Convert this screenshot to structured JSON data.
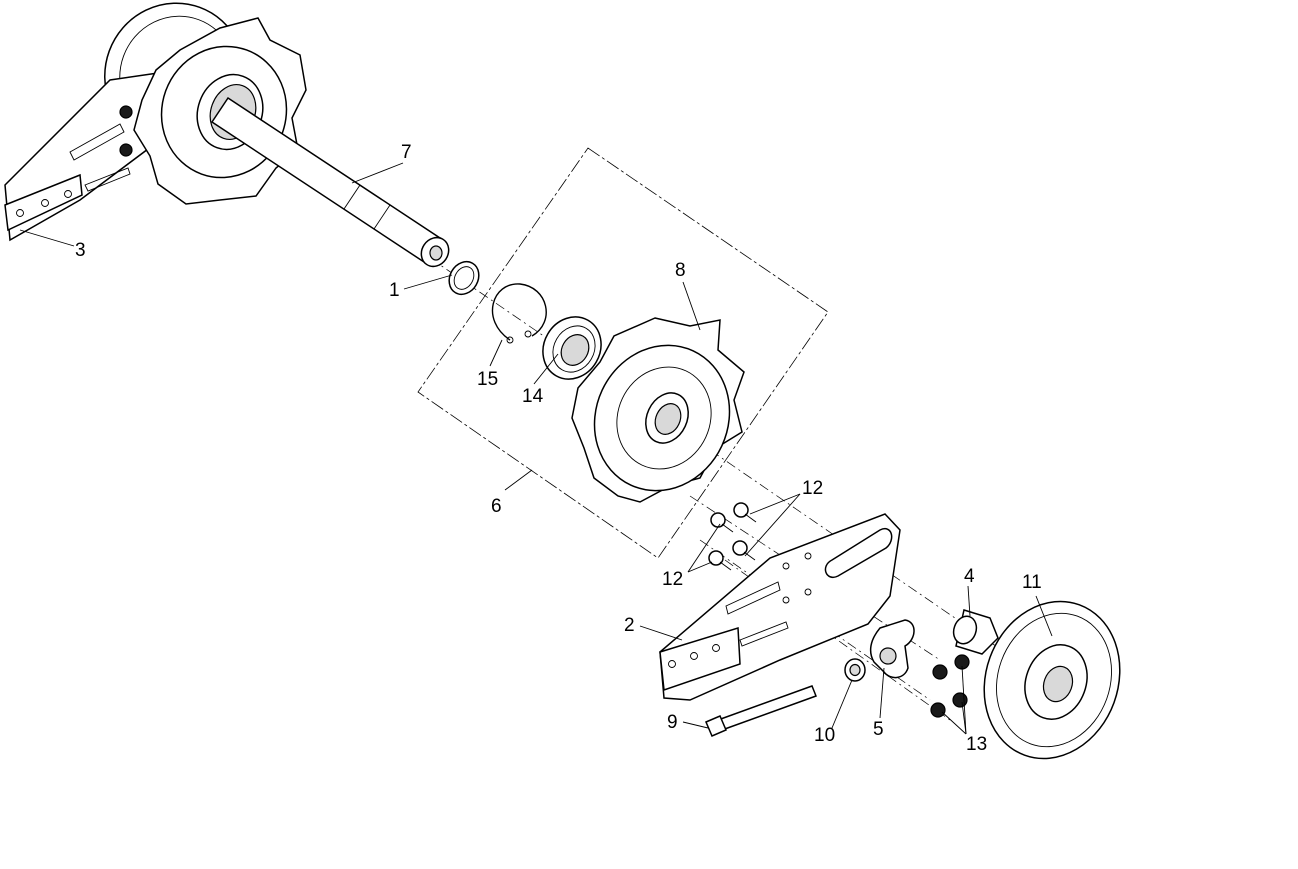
{
  "diagram": {
    "callouts": [
      {
        "id": "c1",
        "text": "1"
      },
      {
        "id": "c2",
        "text": "2"
      },
      {
        "id": "c3",
        "text": "3"
      },
      {
        "id": "c4",
        "text": "4"
      },
      {
        "id": "c5",
        "text": "5"
      },
      {
        "id": "c6",
        "text": "6"
      },
      {
        "id": "c7",
        "text": "7"
      },
      {
        "id": "c8",
        "text": "8"
      },
      {
        "id": "c9",
        "text": "9"
      },
      {
        "id": "c10",
        "text": "10"
      },
      {
        "id": "c11",
        "text": "11"
      },
      {
        "id": "c12a",
        "text": "12"
      },
      {
        "id": "c12b",
        "text": "12"
      },
      {
        "id": "c13",
        "text": "13"
      },
      {
        "id": "c14",
        "text": "14"
      },
      {
        "id": "c15",
        "text": "15"
      }
    ]
  }
}
